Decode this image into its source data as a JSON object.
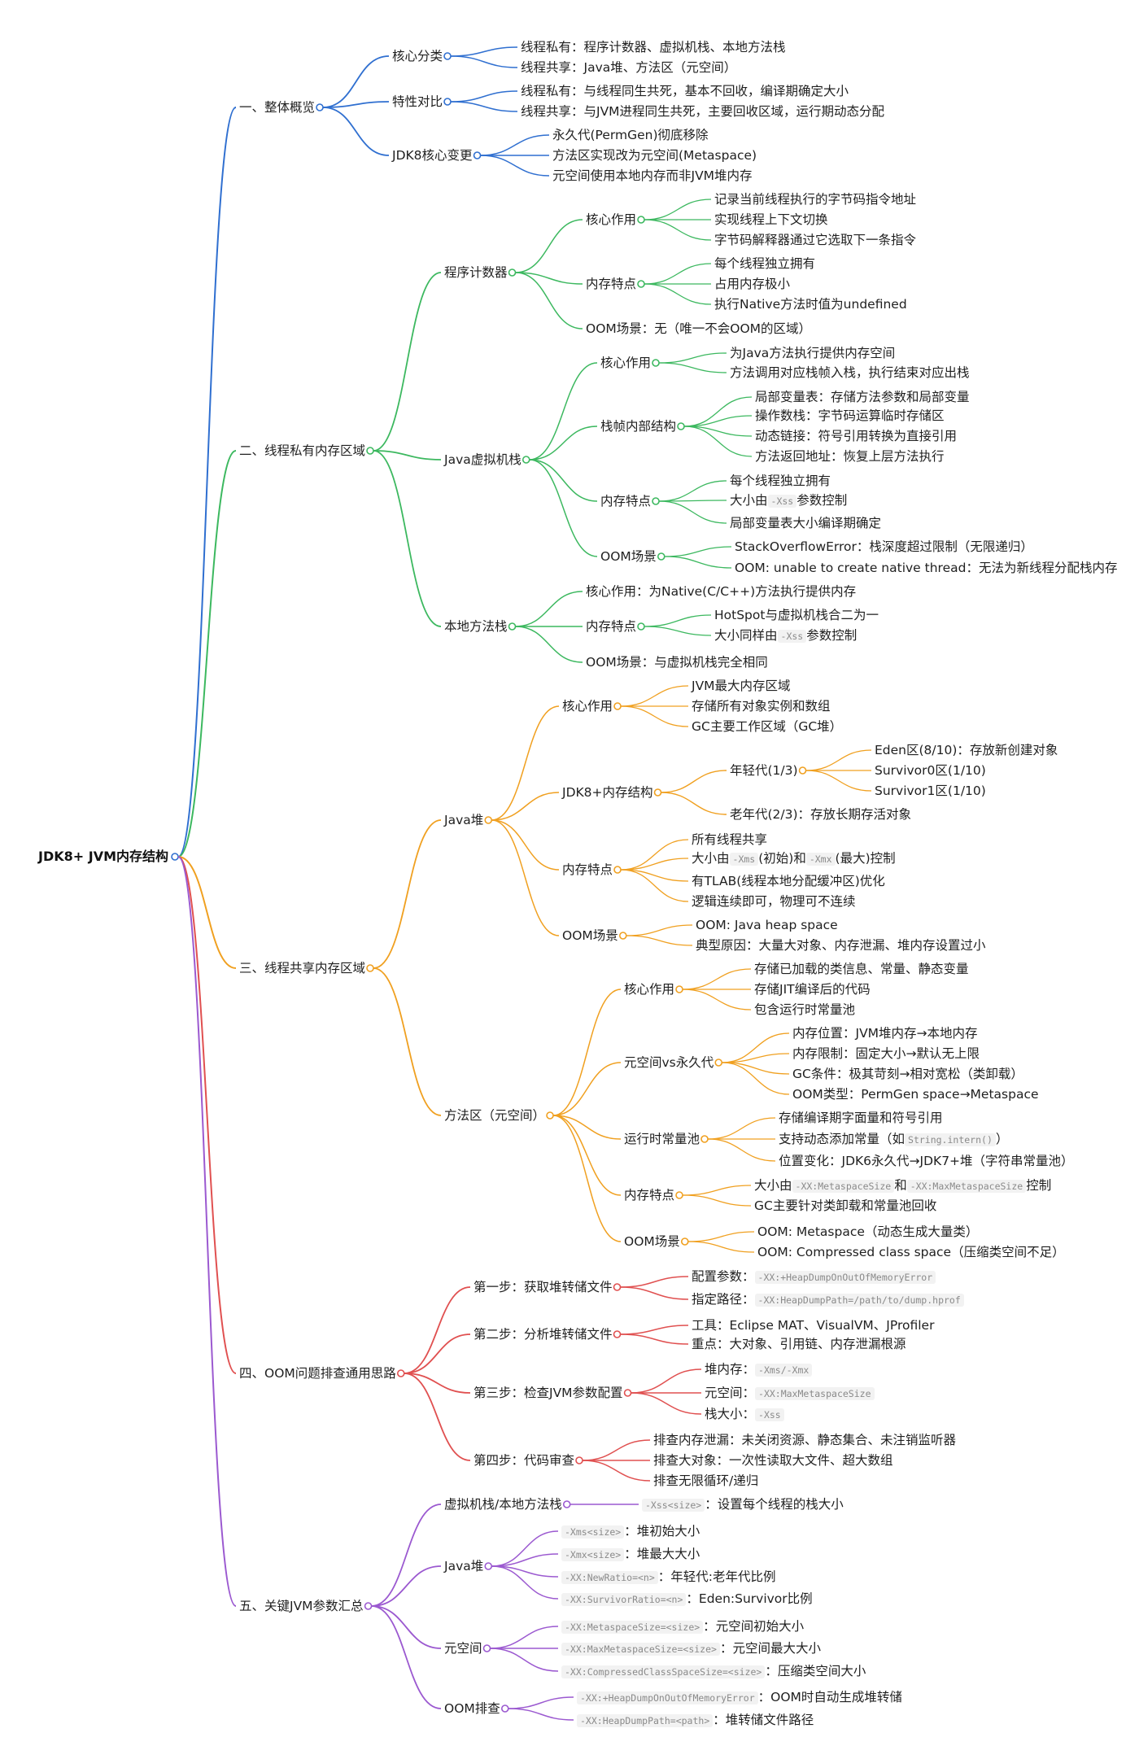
{
  "mindmap": {
    "root": "JDK8+ JVM内存结构",
    "branches": [
      {
        "label": "一、整体概览",
        "color": "#2f6fd0",
        "children": [
          {
            "label": "核心分类",
            "children": [
              {
                "label": "线程私有：程序计数器、虚拟机栈、本地方法栈"
              },
              {
                "label": "线程共享：Java堆、方法区（元空间）"
              }
            ]
          },
          {
            "label": "特性对比",
            "children": [
              {
                "label": "线程私有：与线程同生共死，基本不回收，编译期确定大小"
              },
              {
                "label": "线程共享：与JVM进程同生共死，主要回收区域，运行期动态分配"
              }
            ]
          },
          {
            "label": "JDK8核心变更",
            "children": [
              {
                "label": "永久代(PermGen)彻底移除"
              },
              {
                "label": "方法区实现改为元空间(Metaspace)"
              },
              {
                "label": "元空间使用本地内存而非JVM堆内存"
              }
            ]
          }
        ]
      },
      {
        "label": "二、线程私有内存区域",
        "color": "#3cb85f",
        "children": [
          {
            "label": "程序计数器",
            "children": [
              {
                "label": "核心作用",
                "children": [
                  {
                    "label": "记录当前线程执行的字节码指令地址"
                  },
                  {
                    "label": "实现线程上下文切换"
                  },
                  {
                    "label": "字节码解释器通过它选取下一条指令"
                  }
                ]
              },
              {
                "label": "内存特点",
                "children": [
                  {
                    "label": "每个线程独立拥有"
                  },
                  {
                    "label": "占用内存极小"
                  },
                  {
                    "label": "执行Native方法时值为undefined"
                  }
                ]
              },
              {
                "label": "OOM场景：无（唯一不会OOM的区域）"
              }
            ]
          },
          {
            "label": "Java虚拟机栈",
            "children": [
              {
                "label": "核心作用",
                "children": [
                  {
                    "label": "为Java方法执行提供内存空间"
                  },
                  {
                    "label": "方法调用对应栈帧入栈，执行结束对应出栈"
                  }
                ]
              },
              {
                "label": "栈帧内部结构",
                "children": [
                  {
                    "label": "局部变量表：存储方法参数和局部变量"
                  },
                  {
                    "label": "操作数栈：字节码运算临时存储区"
                  },
                  {
                    "label": "动态链接：符号引用转换为直接引用"
                  },
                  {
                    "label": "方法返回地址：恢复上层方法执行"
                  }
                ]
              },
              {
                "label": "内存特点",
                "children": [
                  {
                    "label": "每个线程独立拥有"
                  },
                  {
                    "label": "大小由",
                    "code": "-Xss",
                    "tail": "参数控制"
                  },
                  {
                    "label": "局部变量表大小编译期确定"
                  }
                ]
              },
              {
                "label": "OOM场景",
                "children": [
                  {
                    "label": "StackOverflowError：栈深度超过限制（无限递归）"
                  },
                  {
                    "label": "OOM: unable to create native thread：无法为新线程分配栈内存"
                  }
                ]
              }
            ]
          },
          {
            "label": "本地方法栈",
            "children": [
              {
                "label": "核心作用：为Native(C/C++)方法执行提供内存"
              },
              {
                "label": "内存特点",
                "children": [
                  {
                    "label": "HotSpot与虚拟机栈合二为一"
                  },
                  {
                    "label": "大小同样由",
                    "code": "-Xss",
                    "tail": "参数控制"
                  }
                ]
              },
              {
                "label": "OOM场景：与虚拟机栈完全相同"
              }
            ]
          }
        ]
      },
      {
        "label": "三、线程共享内存区域",
        "color": "#f0a020",
        "children": [
          {
            "label": "Java堆",
            "children": [
              {
                "label": "核心作用",
                "children": [
                  {
                    "label": "JVM最大内存区域"
                  },
                  {
                    "label": "存储所有对象实例和数组"
                  },
                  {
                    "label": "GC主要工作区域（GC堆）"
                  }
                ]
              },
              {
                "label": "JDK8+内存结构",
                "children": [
                  {
                    "label": "年轻代(1/3)",
                    "children": [
                      {
                        "label": "Eden区(8/10)：存放新创建对象"
                      },
                      {
                        "label": "Survivor0区(1/10)"
                      },
                      {
                        "label": "Survivor1区(1/10)"
                      }
                    ]
                  },
                  {
                    "label": "老年代(2/3)：存放长期存活对象"
                  }
                ]
              },
              {
                "label": "内存特点",
                "children": [
                  {
                    "label": "所有线程共享"
                  },
                  {
                    "label": "大小由",
                    "code": "-Xms",
                    "mid": "(初始)和",
                    "code2": "-Xmx",
                    "tail": "(最大)控制"
                  },
                  {
                    "label": "有TLAB(线程本地分配缓冲区)优化"
                  },
                  {
                    "label": "逻辑连续即可，物理可不连续"
                  }
                ]
              },
              {
                "label": "OOM场景",
                "children": [
                  {
                    "label": "OOM: Java heap space"
                  },
                  {
                    "label": "典型原因：大量大对象、内存泄漏、堆内存设置过小"
                  }
                ]
              }
            ]
          },
          {
            "label": "方法区（元空间）",
            "children": [
              {
                "label": "核心作用",
                "children": [
                  {
                    "label": "存储已加载的类信息、常量、静态变量"
                  },
                  {
                    "label": "存储JIT编译后的代码"
                  },
                  {
                    "label": "包含运行时常量池"
                  }
                ]
              },
              {
                "label": "元空间vs永久代",
                "children": [
                  {
                    "label": "内存位置：JVM堆内存→本地内存"
                  },
                  {
                    "label": "内存限制：固定大小→默认无上限"
                  },
                  {
                    "label": "GC条件：极其苛刻→相对宽松（类卸载）"
                  },
                  {
                    "label": "OOM类型：PermGen space→Metaspace"
                  }
                ]
              },
              {
                "label": "运行时常量池",
                "children": [
                  {
                    "label": "存储编译期字面量和符号引用"
                  },
                  {
                    "label": "支持动态添加常量（如",
                    "code": "String.intern()",
                    "tail": "）"
                  },
                  {
                    "label": "位置变化：JDK6永久代→JDK7+堆（字符串常量池）"
                  }
                ]
              },
              {
                "label": "内存特点",
                "children": [
                  {
                    "label": "大小由",
                    "code": "-XX:MetaspaceSize",
                    "mid": "和",
                    "code2": "-XX:MaxMetaspaceSize",
                    "tail": "控制"
                  },
                  {
                    "label": "GC主要针对类卸载和常量池回收"
                  }
                ]
              },
              {
                "label": "OOM场景",
                "children": [
                  {
                    "label": "OOM: Metaspace（动态生成大量类）"
                  },
                  {
                    "label": "OOM: Compressed class space（压缩类空间不足）"
                  }
                ]
              }
            ]
          }
        ]
      },
      {
        "label": "四、OOM问题排查通用思路",
        "color": "#e05050",
        "children": [
          {
            "label": "第一步：获取堆转储文件",
            "children": [
              {
                "label": "配置参数：",
                "code": "-XX:+HeapDumpOnOutOfMemoryError"
              },
              {
                "label": "指定路径：",
                "code": "-XX:HeapDumpPath=/path/to/dump.hprof"
              }
            ]
          },
          {
            "label": "第二步：分析堆转储文件",
            "children": [
              {
                "label": "工具：Eclipse MAT、VisualVM、JProfiler"
              },
              {
                "label": "重点：大对象、引用链、内存泄漏根源"
              }
            ]
          },
          {
            "label": "第三步：检查JVM参数配置",
            "children": [
              {
                "label": "堆内存：",
                "code": "-Xms/-Xmx"
              },
              {
                "label": "元空间：",
                "code": "-XX:MaxMetaspaceSize"
              },
              {
                "label": "栈大小：",
                "code": "-Xss"
              }
            ]
          },
          {
            "label": "第四步：代码审查",
            "children": [
              {
                "label": "排查内存泄漏：未关闭资源、静态集合、未注销监听器"
              },
              {
                "label": "排查大对象：一次性读取大文件、超大数组"
              },
              {
                "label": "排查无限循环/递归"
              }
            ]
          }
        ]
      },
      {
        "label": "五、关键JVM参数汇总",
        "color": "#9b59d0",
        "children": [
          {
            "label": "虚拟机栈/本地方法栈",
            "children": [
              {
                "label": "",
                "code": "-Xss<size>",
                "tail": "：设置每个线程的栈大小"
              }
            ]
          },
          {
            "label": "Java堆",
            "children": [
              {
                "label": "",
                "code": "-Xms<size>",
                "tail": "：堆初始大小"
              },
              {
                "label": "",
                "code": "-Xmx<size>",
                "tail": "：堆最大大小"
              },
              {
                "label": "",
                "code": "-XX:NewRatio=<n>",
                "tail": "：年轻代:老年代比例"
              },
              {
                "label": "",
                "code": "-XX:SurvivorRatio=<n>",
                "tail": "：Eden:Survivor比例"
              }
            ]
          },
          {
            "label": "元空间",
            "children": [
              {
                "label": "",
                "code": "-XX:MetaspaceSize=<size>",
                "tail": "：元空间初始大小"
              },
              {
                "label": "",
                "code": "-XX:MaxMetaspaceSize=<size>",
                "tail": "：元空间最大大小"
              },
              {
                "label": "",
                "code": "-XX:CompressedClassSpaceSize=<size>",
                "tail": "：压缩类空间大小"
              }
            ]
          },
          {
            "label": "OOM排查",
            "children": [
              {
                "label": "",
                "code": "-XX:+HeapDumpOnOutOfMemoryError",
                "tail": "：OOM时自动生成堆转储"
              },
              {
                "label": "",
                "code": "-XX:HeapDumpPath=<path>",
                "tail": "：堆转储文件路径"
              }
            ]
          }
        ]
      }
    ]
  }
}
